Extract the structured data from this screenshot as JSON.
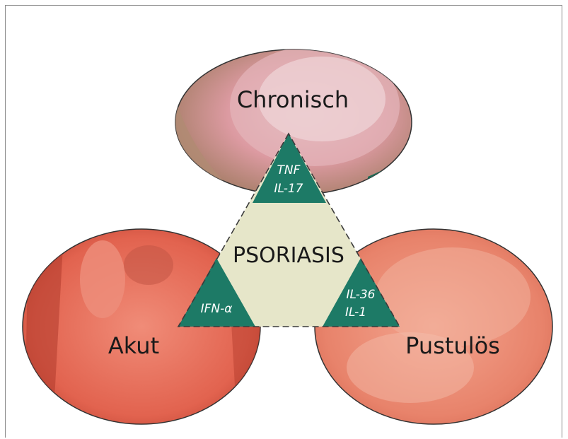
{
  "center": {
    "title": "PSORIASIS"
  },
  "ovals": {
    "top": {
      "label": "Chronisch",
      "skin": "#d98a93",
      "plaque": "#e9c3c7",
      "bg": "#b8957e"
    },
    "left": {
      "label": "Akut",
      "skin": "#e46d5a",
      "bg": "#c94a3b"
    },
    "right": {
      "label": "Pustulös",
      "skin": "#e88770",
      "bg": "#d96e59"
    }
  },
  "corners": {
    "top": {
      "line1": "TNF",
      "line2": "IL-17"
    },
    "left": {
      "line1": "IFN-α"
    },
    "right": {
      "line1": "IL-36",
      "line2": "IL-1"
    }
  },
  "colors": {
    "teal": "#1d7a66",
    "center_fill": "#e6e6c9",
    "dash": "#3b3b3b",
    "border": "#8a8a8a"
  }
}
